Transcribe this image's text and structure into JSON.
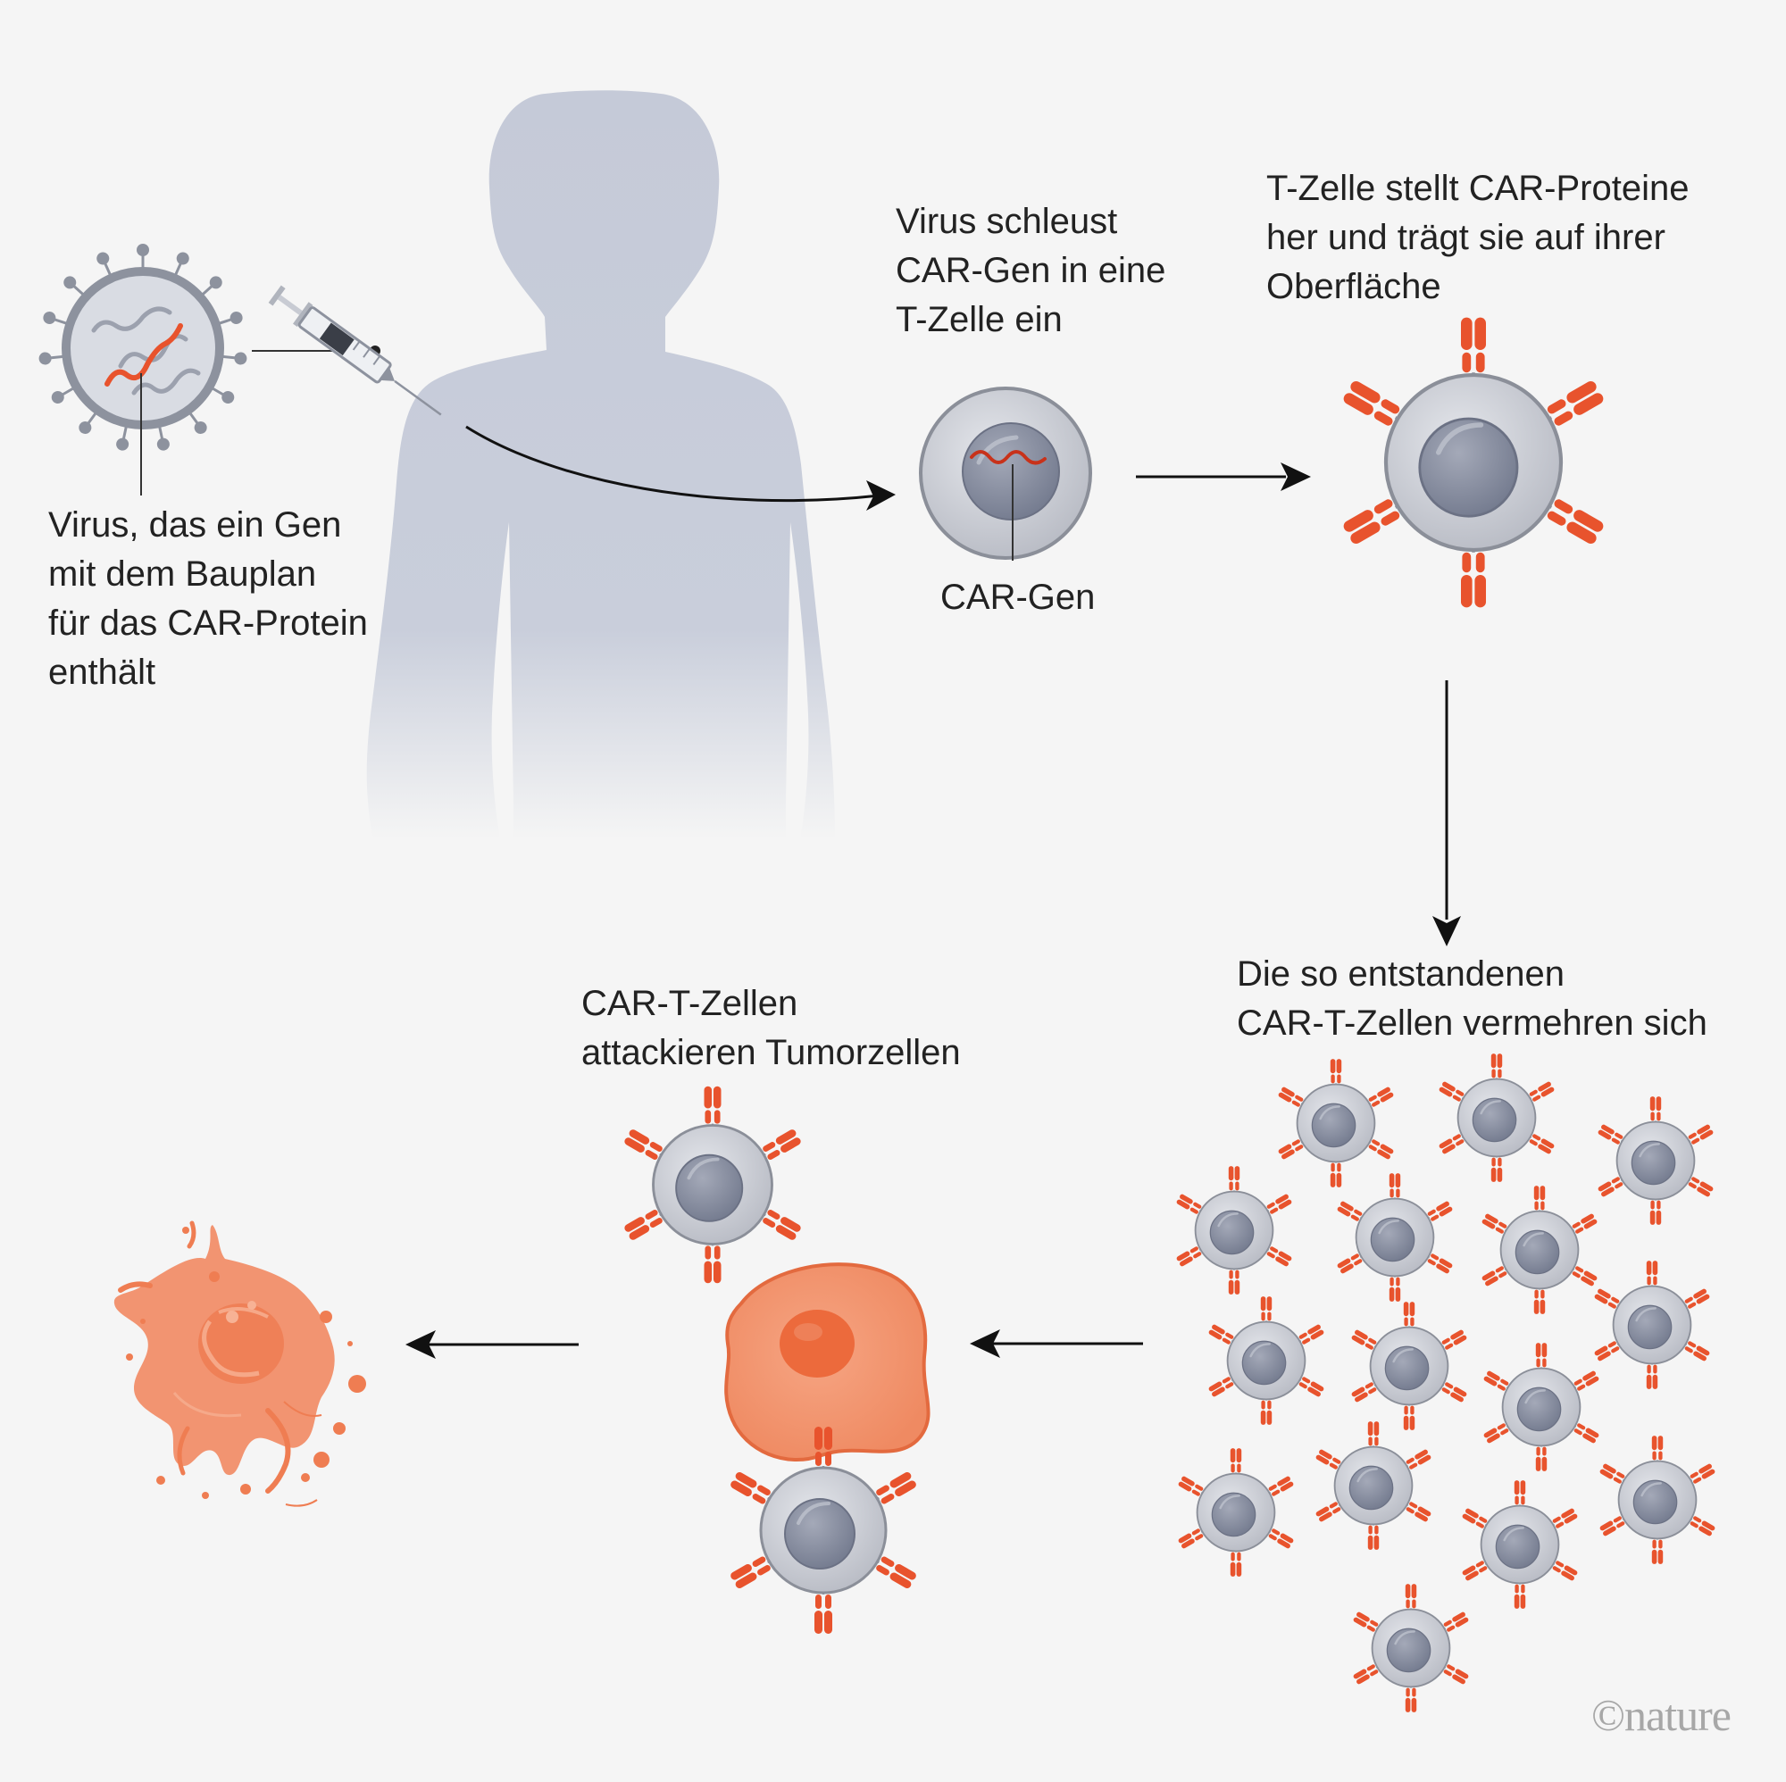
{
  "labels": {
    "virus": "Virus, das ein Gen\nmit dem Bauplan\nfür das CAR-Protein\nenthält",
    "virus_inserts": "Virus schleust\nCAR-Gen in eine\nT-Zelle ein",
    "car_gene": "CAR-Gen",
    "tcell_produces": "T-Zelle stellt CAR-Proteine\nher und trägt sie auf ihrer\nOberfläche",
    "cells_multiply": "Die so entstandenen\nCAR-T-Zellen vermehren sich",
    "cells_attack": "CAR-T-Zellen\nattackieren Tumorzellen"
  },
  "credit": "©nature",
  "colors": {
    "background": "#f5f5f5",
    "silhouette": "#c7ccd8",
    "cell": "#d1d3d9",
    "nucleus": "#8c92a4",
    "receptor": "#e8532d",
    "tumor": "#f29471",
    "text": "#222222"
  }
}
